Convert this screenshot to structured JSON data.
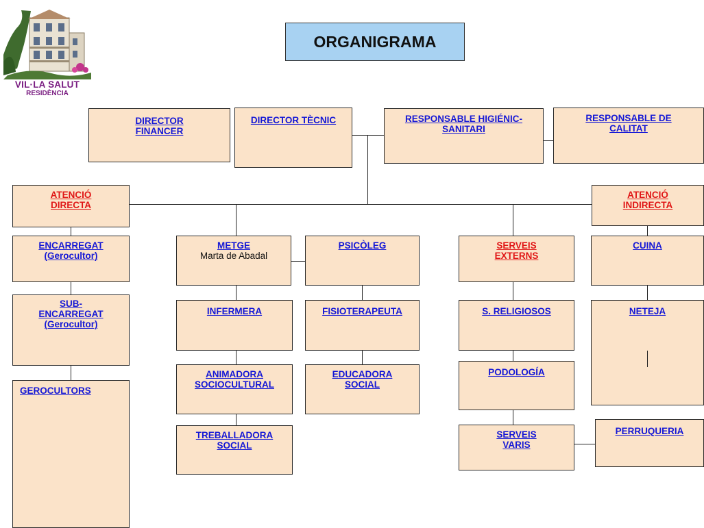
{
  "logo": {
    "name": "VIL·LA SALUT",
    "subtitle": "RESIDÈNCIA"
  },
  "title": "ORGANIGRAMA",
  "top_row": {
    "director_financer": [
      "DIRECTOR",
      "FINANCER"
    ],
    "director_tecnic": [
      "DIRECTOR TÈCNIC"
    ],
    "responsable_higienic": [
      "RESPONSABLE HIGIÉNIC-",
      "SANITARI"
    ],
    "responsable_calitat": [
      "RESPONSABLE DE",
      "CALITAT"
    ]
  },
  "atencio_directa": [
    "ATENCIÓ",
    "DIRECTA"
  ],
  "atencio_indirecta": [
    "ATENCIÓ",
    "INDIRECTA"
  ],
  "directa": {
    "encarregat": [
      "ENCARREGAT",
      "(Gerocultor)"
    ],
    "sub_encarregat": [
      "SUB-",
      "ENCARREGAT",
      "(Gerocultor)"
    ],
    "gerocultors": [
      "GEROCULTORS"
    ]
  },
  "medical": {
    "metge": "METGE",
    "metge_name": "Marta de Abadal",
    "psicoleg": "PSICÒLEG",
    "infermera": "INFERMERA",
    "fisioterapeuta": "FISIOTERAPEUTA",
    "animadora": [
      "ANIMADORA",
      "SOCIOCULTURAL"
    ],
    "educadora": [
      "EDUCADORA",
      "SOCIAL"
    ],
    "treballadora": [
      "TREBALLADORA",
      "SOCIAL"
    ]
  },
  "externs": {
    "serveis_externs": [
      "SERVEIS",
      "EXTERNS"
    ],
    "religiosos": "S. RELIGIOSOS",
    "podologia": "PODOLOGÍA",
    "serveis_varis": [
      "SERVEIS",
      "VARIS"
    ],
    "perruqueria": "PERRUQUERIA"
  },
  "indirecta": {
    "cuina": "CUINA",
    "neteja": "NETEJA"
  },
  "colors": {
    "box_fill": "#fbe3c9",
    "title_fill": "#a8d2f2",
    "link": "#1518d6",
    "red_link": "#e01616",
    "logo_text": "#7a1e82"
  }
}
